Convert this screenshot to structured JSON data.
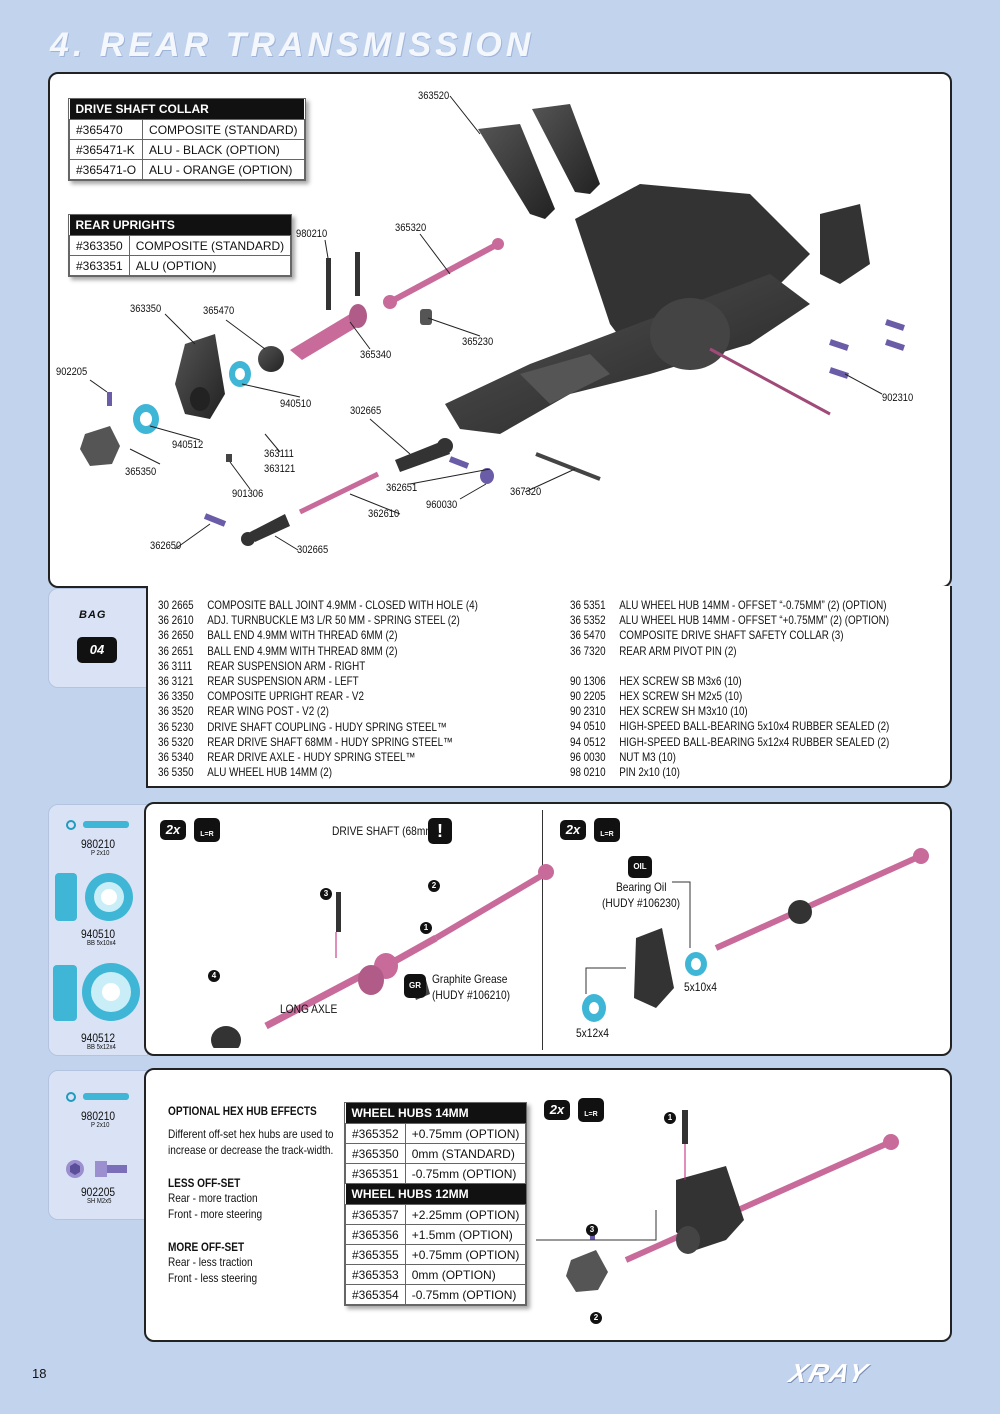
{
  "title": "4. REAR TRANSMISSION",
  "page_number": "18",
  "brand": "XRAY",
  "colors": {
    "background": "#c2d3ee",
    "accent_parts": "#c86a9a",
    "bearing": "#3fb6d6"
  },
  "tables": {
    "collar": {
      "header": "DRIVE SHAFT COLLAR",
      "rows": [
        [
          "#365470",
          "COMPOSITE (STANDARD)"
        ],
        [
          "#365471-K",
          "ALU - BLACK    (OPTION)"
        ],
        [
          "#365471-O",
          "ALU - ORANGE (OPTION)"
        ]
      ]
    },
    "uprights": {
      "header": "REAR UPRIGHTS",
      "rows": [
        [
          "#363350",
          "COMPOSITE (STANDARD)"
        ],
        [
          "#363351",
          "ALU (OPTION)"
        ]
      ]
    },
    "hubs14": {
      "header": "WHEEL HUBS 14MM",
      "rows": [
        [
          "#365352",
          "+0.75mm (OPTION)"
        ],
        [
          "#365350",
          "0mm      (STANDARD)"
        ],
        [
          "#365351",
          "-0.75mm   (OPTION)"
        ]
      ]
    },
    "hubs12": {
      "header": "WHEEL HUBS 12MM",
      "rows": [
        [
          "#365357",
          "+2.25mm (OPTION)"
        ],
        [
          "#365356",
          "+1.5mm (OPTION)"
        ],
        [
          "#365355",
          "+0.75mm (OPTION)"
        ],
        [
          "#365353",
          "0mm        (OPTION)"
        ],
        [
          "#365354",
          "-0.75mm   (OPTION)"
        ]
      ]
    }
  },
  "diagram_labels": {
    "l363520": "363520",
    "l980210": "980210",
    "l365320": "365320",
    "l363350": "363350",
    "l365470": "365470",
    "l365340": "365340",
    "l365230": "365230",
    "l902205": "902205",
    "l940510": "940510",
    "l302665a": "302665",
    "l940512": "940512",
    "l363111": "363111",
    "l363121": "363121",
    "l365350": "365350",
    "l901306": "901306",
    "l362651": "362651",
    "l960030": "960030",
    "l367320": "367320",
    "l362610": "362610",
    "l362650": "362650",
    "l302665b": "302665",
    "l902310": "902310"
  },
  "bag": {
    "label": "BAG",
    "number": "04"
  },
  "parts_left": [
    [
      "30 2665",
      "COMPOSITE BALL JOINT 4.9MM - CLOSED WITH HOLE (4)"
    ],
    [
      "36 2610",
      "ADJ. TURNBUCKLE M3 L/R 50 MM  - SPRING STEEL (2)"
    ],
    [
      "36 2650",
      "BALL END 4.9MM WITH THREAD 6MM (2)"
    ],
    [
      "36 2651",
      "BALL END 4.9MM WITH THREAD 8MM (2)"
    ],
    [
      "36 3111",
      "REAR SUSPENSION ARM - RIGHT"
    ],
    [
      "36 3121",
      "REAR SUSPENSION ARM - LEFT"
    ],
    [
      "36 3350",
      "COMPOSITE UPRIGHT REAR - V2"
    ],
    [
      "36 3520",
      "REAR WING POST - V2 (2)"
    ],
    [
      "36 5230",
      "DRIVE SHAFT COUPLING  - HUDY SPRING STEEL™"
    ],
    [
      "36 5320",
      "REAR DRIVE SHAFT 68MM - HUDY SPRING STEEL™"
    ],
    [
      "36 5340",
      "REAR DRIVE AXLE - HUDY SPRING STEEL™"
    ],
    [
      "36 5350",
      "ALU WHEEL HUB 14MM (2)"
    ]
  ],
  "parts_right_a": [
    [
      "36 5351",
      "ALU WHEEL HUB 14MM - OFFSET “-0.75MM” (2) (OPTION)"
    ],
    [
      "36 5352",
      "ALU WHEEL HUB 14MM - OFFSET “+0.75MM” (2) (OPTION)"
    ],
    [
      "36 5470",
      "COMPOSITE DRIVE SHAFT SAFETY COLLAR (3)"
    ],
    [
      "36 7320",
      "REAR ARM PIVOT PIN (2)"
    ]
  ],
  "parts_right_b": [
    [
      "90 1306",
      "HEX SCREW  SB M3x6  (10)"
    ],
    [
      "90 2205",
      "HEX SCREW  SH M2x5  (10)"
    ],
    [
      "90 2310",
      "HEX SCREW  SH M3x10  (10)"
    ],
    [
      "94 0510",
      "HIGH-SPEED BALL-BEARING 5x10x4 RUBBER SEALED  (2)"
    ],
    [
      "94 0512",
      "HIGH-SPEED BALL-BEARING 5x12x4 RUBBER SEALED  (2)"
    ],
    [
      "96 0030",
      "NUT M3  (10)"
    ],
    [
      "98 0210",
      "PIN 2x10  (10)"
    ]
  ],
  "step1": {
    "side": [
      {
        "code": "980210",
        "sub": "P 2x10"
      },
      {
        "code": "940510",
        "sub": "BB 5x10x4"
      },
      {
        "code": "940512",
        "sub": "BB 5x12x4"
      }
    ],
    "qty": "2x",
    "lr": "L=R",
    "drive_shaft": "DRIVE SHAFT (68mm)",
    "long_axle": "LONG AXLE",
    "grease": "Graphite Grease",
    "grease_ref": "(HUDY #106210)",
    "oil_tag": "OIL",
    "grease_tag": "GR",
    "oil": "Bearing Oil",
    "oil_ref": "(HUDY #106230)",
    "b1": "5x10x4",
    "b2": "5x12x4"
  },
  "step2": {
    "side": [
      {
        "code": "980210",
        "sub": "P 2x10"
      },
      {
        "code": "902205",
        "sub": "SH M2x5"
      }
    ],
    "notes_title": "OPTIONAL HEX HUB EFFECTS",
    "notes_intro_1": "Different off-set hex hubs are used to",
    "notes_intro_2": "increase or decrease the track-width.",
    "less_title": "LESS OFF-SET",
    "less_1": "Rear - more traction",
    "less_2": "Front - more steering",
    "more_title": "MORE OFF-SET",
    "more_1": "Rear - less traction",
    "more_2": "Front - less steering",
    "qty": "2x",
    "lr": "L=R"
  }
}
